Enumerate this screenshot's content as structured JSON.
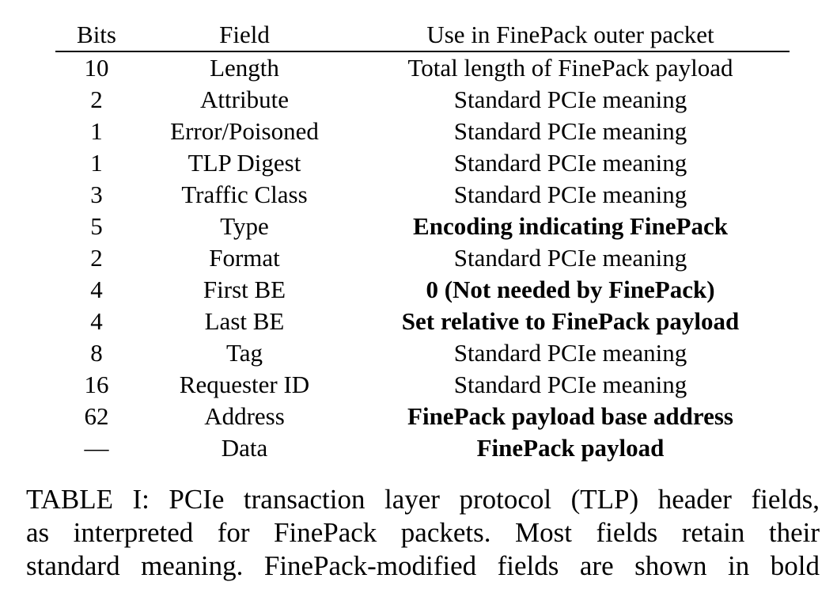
{
  "table": {
    "headers": [
      "Bits",
      "Field",
      "Use in FinePack outer packet"
    ],
    "rows": [
      {
        "bits": "10",
        "field": "Length",
        "use": "Total length of FinePack payload",
        "bold": false
      },
      {
        "bits": "2",
        "field": "Attribute",
        "use": "Standard PCIe meaning",
        "bold": false
      },
      {
        "bits": "1",
        "field": "Error/Poisoned",
        "use": "Standard PCIe meaning",
        "bold": false
      },
      {
        "bits": "1",
        "field": "TLP Digest",
        "use": "Standard PCIe meaning",
        "bold": false
      },
      {
        "bits": "3",
        "field": "Traffic Class",
        "use": "Standard PCIe meaning",
        "bold": false
      },
      {
        "bits": "5",
        "field": "Type",
        "use": "Encoding indicating FinePack",
        "bold": true
      },
      {
        "bits": "2",
        "field": "Format",
        "use": "Standard PCIe meaning",
        "bold": false
      },
      {
        "bits": "4",
        "field": "First BE",
        "use": "0 (Not needed by FinePack)",
        "bold": true
      },
      {
        "bits": "4",
        "field": "Last BE",
        "use": "Set relative to FinePack payload",
        "bold": true
      },
      {
        "bits": "8",
        "field": "Tag",
        "use": "Standard PCIe meaning",
        "bold": false
      },
      {
        "bits": "16",
        "field": "Requester ID",
        "use": "Standard PCIe meaning",
        "bold": false
      },
      {
        "bits": "62",
        "field": "Address",
        "use": "FinePack payload base address",
        "bold": true
      },
      {
        "bits": "—",
        "field": "Data",
        "use": "FinePack payload",
        "bold": true
      }
    ]
  },
  "caption": {
    "lines": [
      "TABLE I: PCIe transaction layer protocol (TLP) header fields,",
      "as interpreted for FinePack packets. Most fields retain their",
      "standard meaning. FinePack-modified fields are shown in bold"
    ]
  }
}
